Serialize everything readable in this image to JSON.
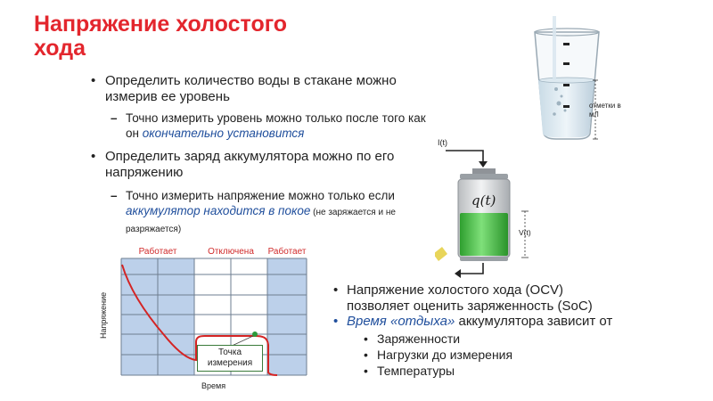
{
  "slide": {
    "title_line1": "Напряжение холостого",
    "title_line2": "хода",
    "bullets_top": [
      {
        "text": "Определить количество воды в стакане можно измерив ее уровень",
        "sub": {
          "text": "Точно измерить уровень можно только после того как он ",
          "emph": "окончательно установится"
        }
      },
      {
        "text": "Определить заряд аккумулятора можно по его напряжению",
        "sub": {
          "text": "Точно измерить напряжение можно только если ",
          "emph": "аккумулятор находится в покое",
          "tail": " (не заряжается и не разряжается)"
        }
      }
    ],
    "glass_label": "отметки в мЛ",
    "battery": {
      "top_label": "I(t)",
      "charge_label": "q(t)",
      "voltage_label": "V(t)"
    },
    "graph": {
      "phase_labels": [
        "Работает",
        "Отключена",
        "Работает"
      ],
      "y_label": "Напряжение",
      "x_label": "Время",
      "point_label": "Точка измерения"
    },
    "bullets_bottom": {
      "b1": "Напряжение холостого хода (OCV) позволяет оценить заряженность (SoC)",
      "b2_emph": "Время «отдыха»",
      "b2_rest": " аккумулятора зависит от",
      "subs": [
        "Заряженности",
        "Нагрузки до измерения",
        "Температуры"
      ]
    },
    "colors": {
      "title": "#e3262d",
      "accent": "#1f4e9c",
      "curve": "#d42424",
      "grid_fill": "#bcd0ea",
      "grid_line": "#6e7e90",
      "battery_green": "#3cb83c",
      "point": "#2a9a3a"
    }
  }
}
